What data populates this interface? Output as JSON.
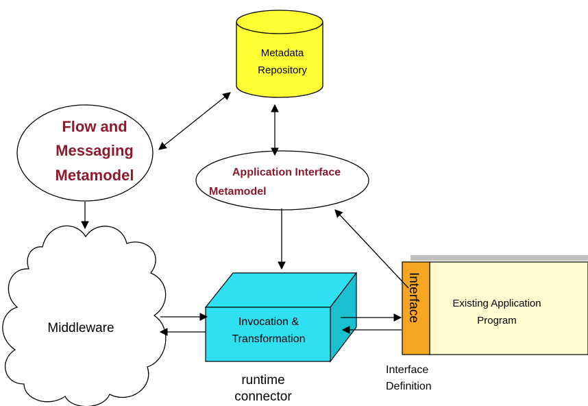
{
  "colors": {
    "metamodel_label": "#8b1a2b",
    "repository_fill": "#ffff33",
    "connector_front": "#2ee0f0",
    "connector_side": "#1bc0cf",
    "interface_strip": "#f5a623",
    "program_fill": "#fffdd0",
    "program_shadow": "#c0c0c0",
    "line": "#000000"
  },
  "repository": {
    "line1": "Metadata",
    "line2": "Repository"
  },
  "flow_metamodel": {
    "line1": "Flow and",
    "line2": "Messaging",
    "line3": "Metamodel"
  },
  "app_interface_metamodel": {
    "line1": "Application Interface",
    "line2": "Metamodel"
  },
  "middleware": {
    "label": "Middleware"
  },
  "connector": {
    "line1": "Invocation &",
    "line2": "Transformation",
    "caption1": "runtime",
    "caption2": "connector"
  },
  "interface": {
    "label": "Interface"
  },
  "program": {
    "line1": "Existing Application",
    "line2": "Program"
  },
  "interface_definition": {
    "line1": "Interface",
    "line2": "Definition"
  }
}
